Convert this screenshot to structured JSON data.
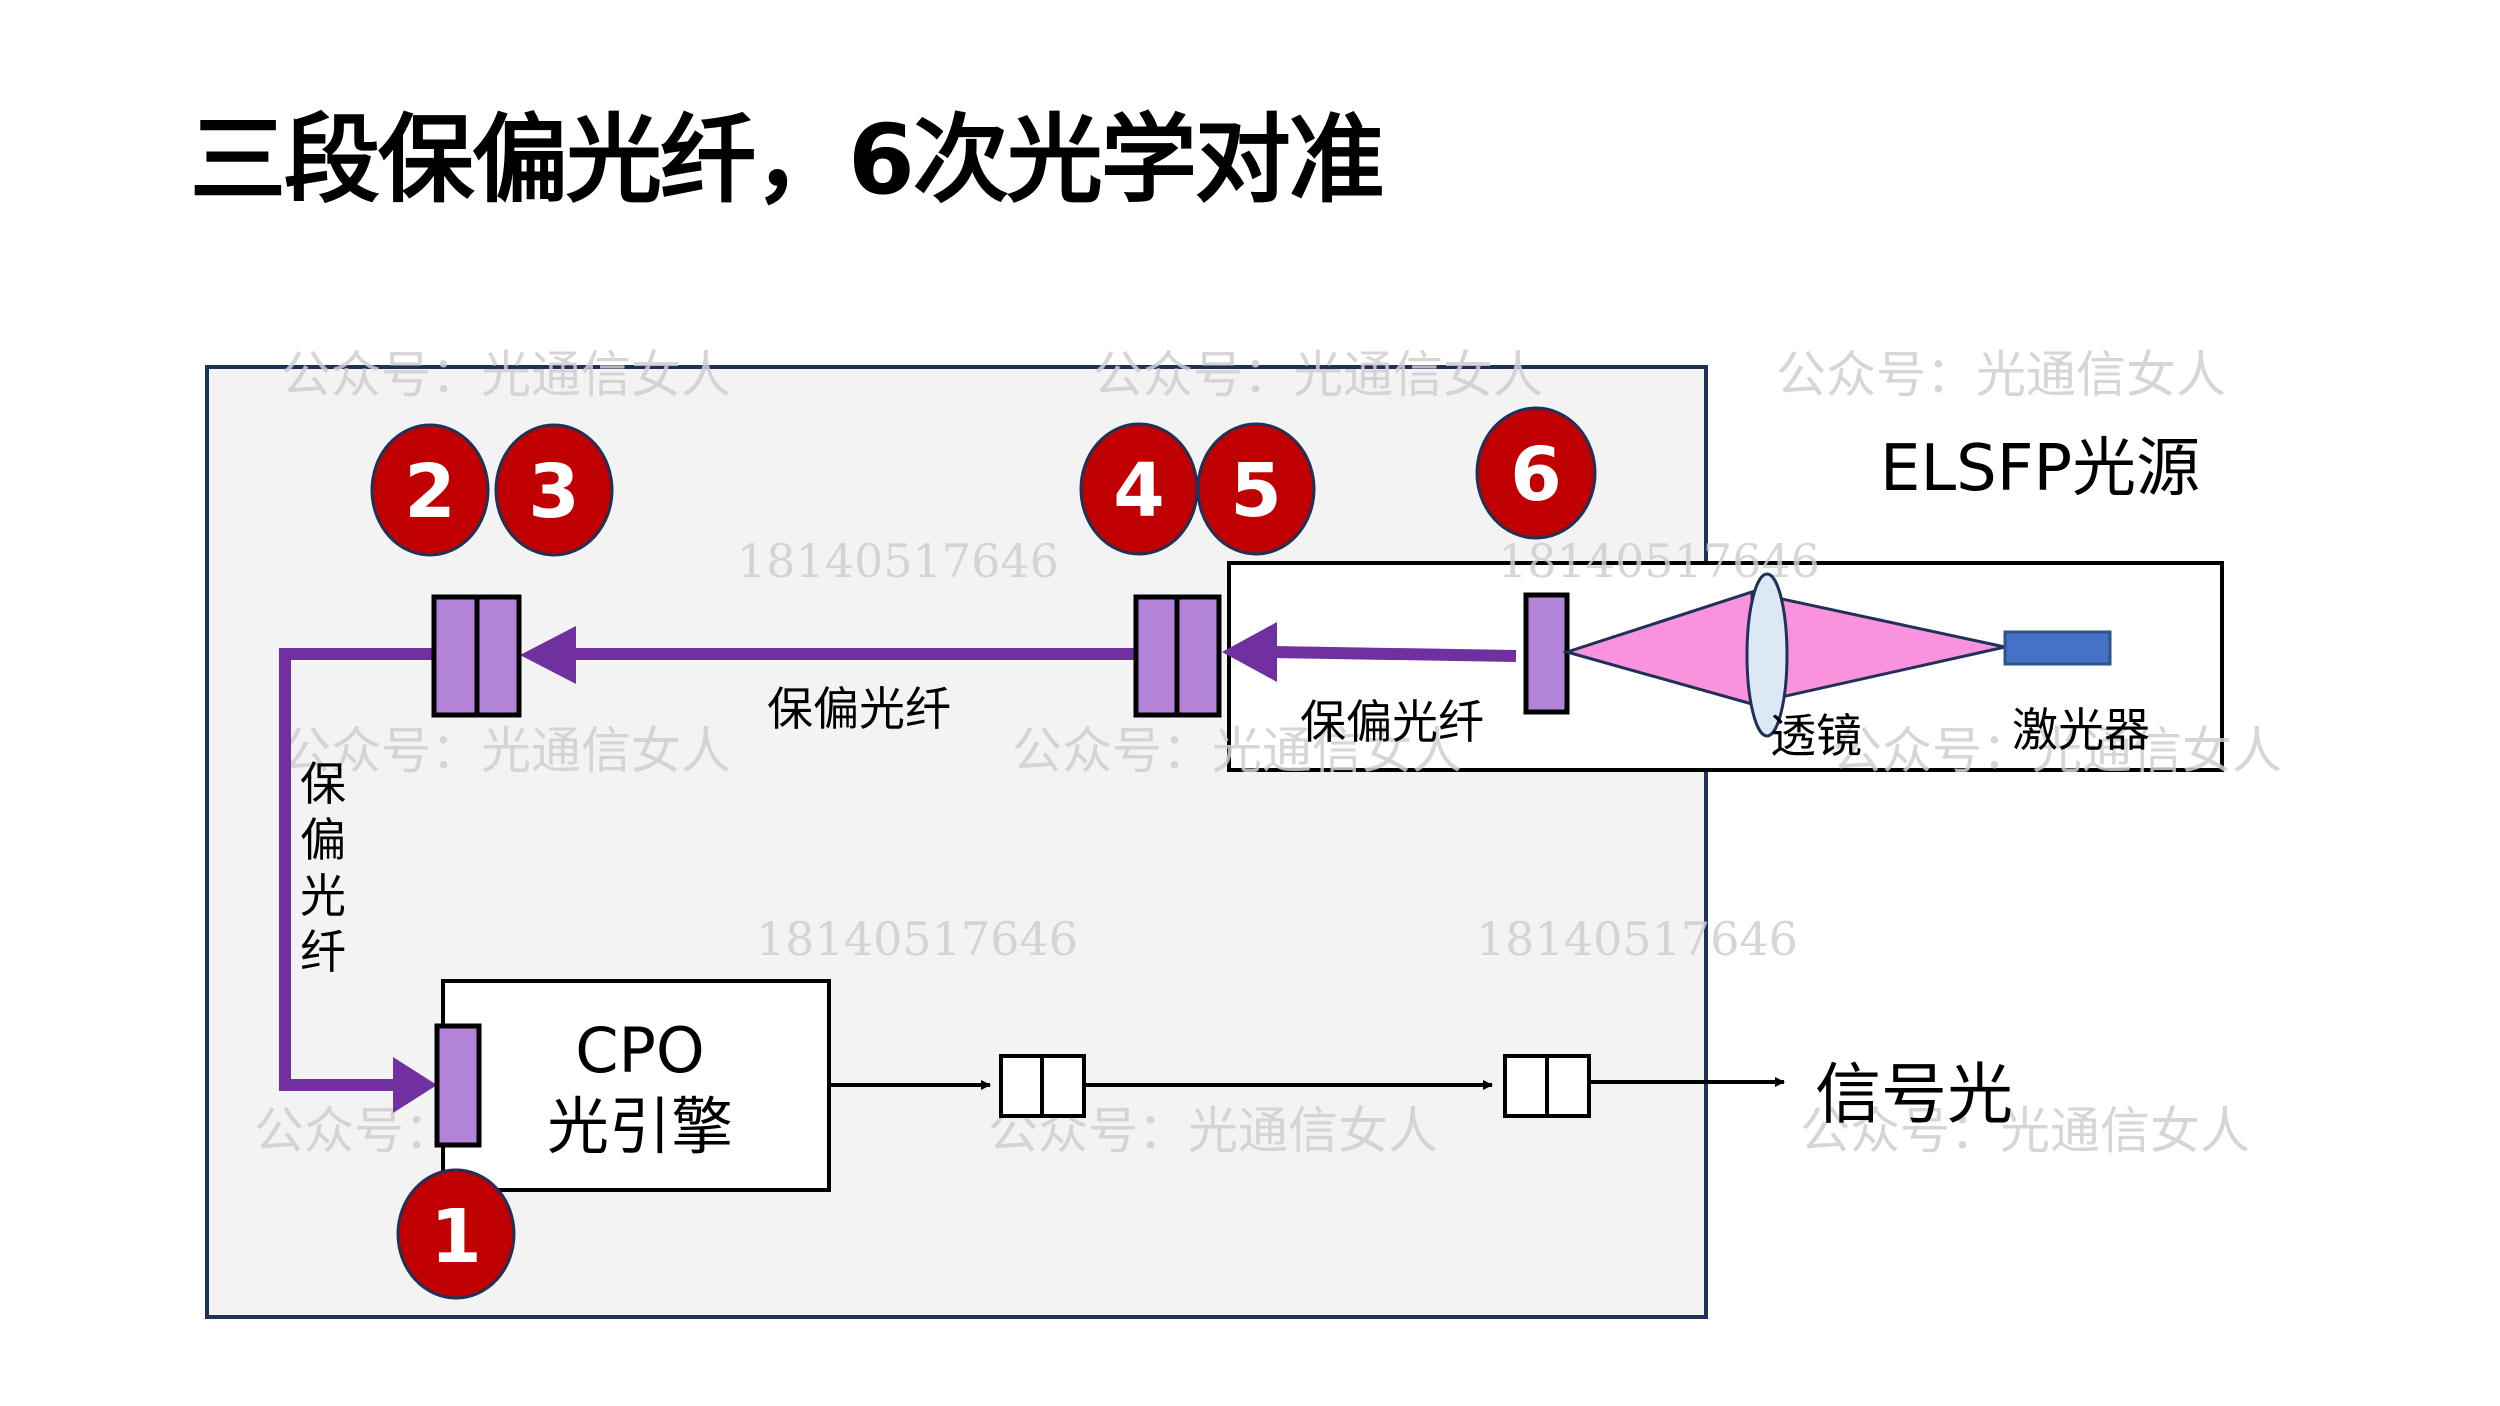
{
  "title": "三段保偏光纤，6次光学对准",
  "colors": {
    "frame_fill": "#f3f3f4",
    "frame_stroke": "#1f3157",
    "fiber_purple": "#7030a0",
    "collimator_fill": "#b383d8",
    "badge_fill": "#c00000",
    "badge_stroke": "#1f3157",
    "beam_pink": "#f993dd",
    "lens_fill": "#dce8f5",
    "laser_blue": "#4472c4"
  },
  "labels": {
    "elsfp_source": "ELSFP光源",
    "pm_fiber_top": "保偏光纤",
    "pm_fiber_source": "保偏光纤",
    "pm_fiber_vertical": [
      "保",
      "偏",
      "光",
      "纤"
    ],
    "lens": "透镜",
    "laser": "激光器",
    "cpo_line1": "CPO",
    "cpo_line2": "光引擎",
    "signal_light": "信号光"
  },
  "badges": [
    "1",
    "2",
    "3",
    "4",
    "5",
    "6"
  ],
  "watermarks": {
    "account": "公众号：光通信女人",
    "phone": "18140517646"
  }
}
